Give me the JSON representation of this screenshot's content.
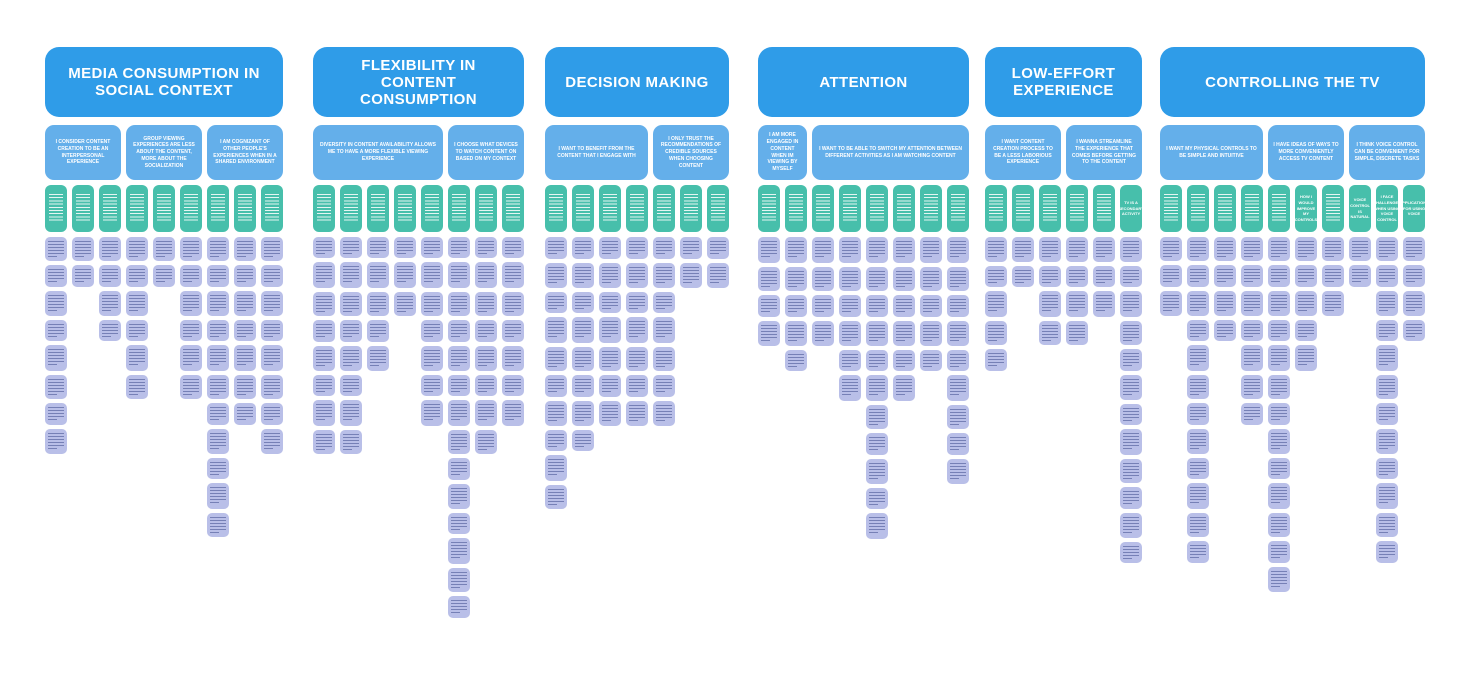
{
  "board": {
    "colors": {
      "group_header_blue": "#2f9ce8",
      "subtheme_blue": "#64afea",
      "category_teal": "#47bfab",
      "note_lavender": "#b9bfe8",
      "note_text": "#3e4c8c",
      "background": "#ffffff"
    },
    "note_text_state": "illegible-at-this-resolution",
    "groups": [
      {
        "id": "media-consumption-in-social-context",
        "title": "MEDIA CONSUMPTION IN SOCIAL CONTEXT",
        "subthemes": [
          {
            "label": "I CONSIDER CONTENT CREATION TO BE AN INTERPERSONAL EXPERIENCE",
            "span": 3
          },
          {
            "label": "GROUP VIEWING EXPERIENCES ARE LESS ABOUT THE CONTENT, MORE ABOUT THE SOCIALIZATION",
            "span": 3
          },
          {
            "label": "I AM COGNIZANT OF OTHER PEOPLE'S EXPERIENCES WHEN IN A SHARED ENVIRONMENT",
            "span": 3
          }
        ],
        "columns": [
          {
            "label": "",
            "notes": 8
          },
          {
            "label": "",
            "notes": 2
          },
          {
            "label": "",
            "notes": 4
          },
          {
            "label": "",
            "notes": 6
          },
          {
            "label": "",
            "notes": 2
          },
          {
            "label": "",
            "notes": 6
          },
          {
            "label": "",
            "notes": 11
          },
          {
            "label": "",
            "notes": 7
          },
          {
            "label": "",
            "notes": 8
          }
        ]
      },
      {
        "id": "flexibility-in-content-consumption",
        "title": "FLEXIBILITY IN CONTENT CONSUMPTION",
        "subthemes": [
          {
            "label": "DIVERSITY IN CONTENT AVAILABILITY ALLOWS ME TO HAVE A MORE FLEXIBLE VIEWING EXPERIENCE",
            "span": 5
          },
          {
            "label": "I CHOOSE WHAT DEVICES TO WATCH CONTENT ON BASED ON MY CONTEXT",
            "span": 3
          }
        ],
        "columns": [
          {
            "label": "",
            "notes": 8
          },
          {
            "label": "",
            "notes": 8
          },
          {
            "label": "",
            "notes": 5
          },
          {
            "label": "",
            "notes": 3
          },
          {
            "label": "",
            "notes": 7
          },
          {
            "label": "",
            "notes": 14
          },
          {
            "label": "",
            "notes": 8
          },
          {
            "label": "",
            "notes": 7
          }
        ]
      },
      {
        "id": "decision-making",
        "title": "DECISION MAKING",
        "subthemes": [
          {
            "label": "I WANT TO BENEFIT FROM THE CONTENT THAT I ENGAGE WITH",
            "span": 4
          },
          {
            "label": "I ONLY TRUST THE RECOMMENDATIONS OF CREDIBLE SOURCES WHEN CHOOSING CONTENT",
            "span": 3
          }
        ],
        "columns": [
          {
            "label": "",
            "notes": 10
          },
          {
            "label": "",
            "notes": 8
          },
          {
            "label": "",
            "notes": 7
          },
          {
            "label": "",
            "notes": 7
          },
          {
            "label": "",
            "notes": 7
          },
          {
            "label": "",
            "notes": 2
          },
          {
            "label": "",
            "notes": 2
          }
        ]
      },
      {
        "id": "attention",
        "title": "ATTENTION",
        "subthemes": [
          {
            "label": "I AM MORE ENGAGED IN CONTENT WHEN IM VIEWING BY MYSELF",
            "span": 2
          },
          {
            "label": "I WANT TO BE ABLE TO SWITCH MY ATTENTION BETWEEN DIFFERENT ACTIVITIES AS I AM WATCHING CONTENT",
            "span": 6
          }
        ],
        "columns": [
          {
            "label": "",
            "notes": 4
          },
          {
            "label": "",
            "notes": 5
          },
          {
            "label": "",
            "notes": 4
          },
          {
            "label": "",
            "notes": 6
          },
          {
            "label": "",
            "notes": 11
          },
          {
            "label": "",
            "notes": 6
          },
          {
            "label": "",
            "notes": 5
          },
          {
            "label": "",
            "notes": 9
          }
        ]
      },
      {
        "id": "low-effort-experience",
        "title": "LOW-EFFORT EXPERIENCE",
        "subthemes": [
          {
            "label": "I WANT CONTENT CREATION PROCESS TO BE A LESS LABORIOUS EXPERIENCE",
            "span": 3
          },
          {
            "label": "I WANNA STREAMLINE THE EXPERIENCE THAT COMES BEFORE GETTING TO THE CONTENT",
            "span": 3
          }
        ],
        "columns": [
          {
            "label": "",
            "notes": 5
          },
          {
            "label": "",
            "notes": 2
          },
          {
            "label": "",
            "notes": 4
          },
          {
            "label": "",
            "notes": 4
          },
          {
            "label": "",
            "notes": 3
          },
          {
            "label": "TV IS A SECONDARY ACTIVITY",
            "notes": 12
          }
        ]
      },
      {
        "id": "controlling-the-tv",
        "title": "CONTROLLING THE TV",
        "subthemes": [
          {
            "label": "I WANT MY PHYSICAL CONTROLS TO BE SIMPLE AND INTUITIVE",
            "span": 4
          },
          {
            "label": "I HAVE IDEAS OF WAYS TO MORE CONVENIENTLY ACCESS TV CONTENT",
            "span": 3
          },
          {
            "label": "I THINK VOICE CONTROL CAN BE CONVENIENT FOR SIMPLE, DISCRETE TASKS",
            "span": 3
          }
        ],
        "columns": [
          {
            "label": "",
            "notes": 3
          },
          {
            "label": "",
            "notes": 12
          },
          {
            "label": "",
            "notes": 4
          },
          {
            "label": "",
            "notes": 7
          },
          {
            "label": "",
            "notes": 13
          },
          {
            "label": "HOW I WOULD IMPROVE MY CONTROLS",
            "notes": 5
          },
          {
            "label": "",
            "notes": 3
          },
          {
            "label": "VOICE CONTROL IS NATURAL",
            "notes": 2
          },
          {
            "label": "I FACE CHALLENGES WHEN USING VOICE CONTROL",
            "notes": 12
          },
          {
            "label": "APPLICATIONS FOR USING VOICE",
            "notes": 4
          }
        ]
      }
    ]
  }
}
